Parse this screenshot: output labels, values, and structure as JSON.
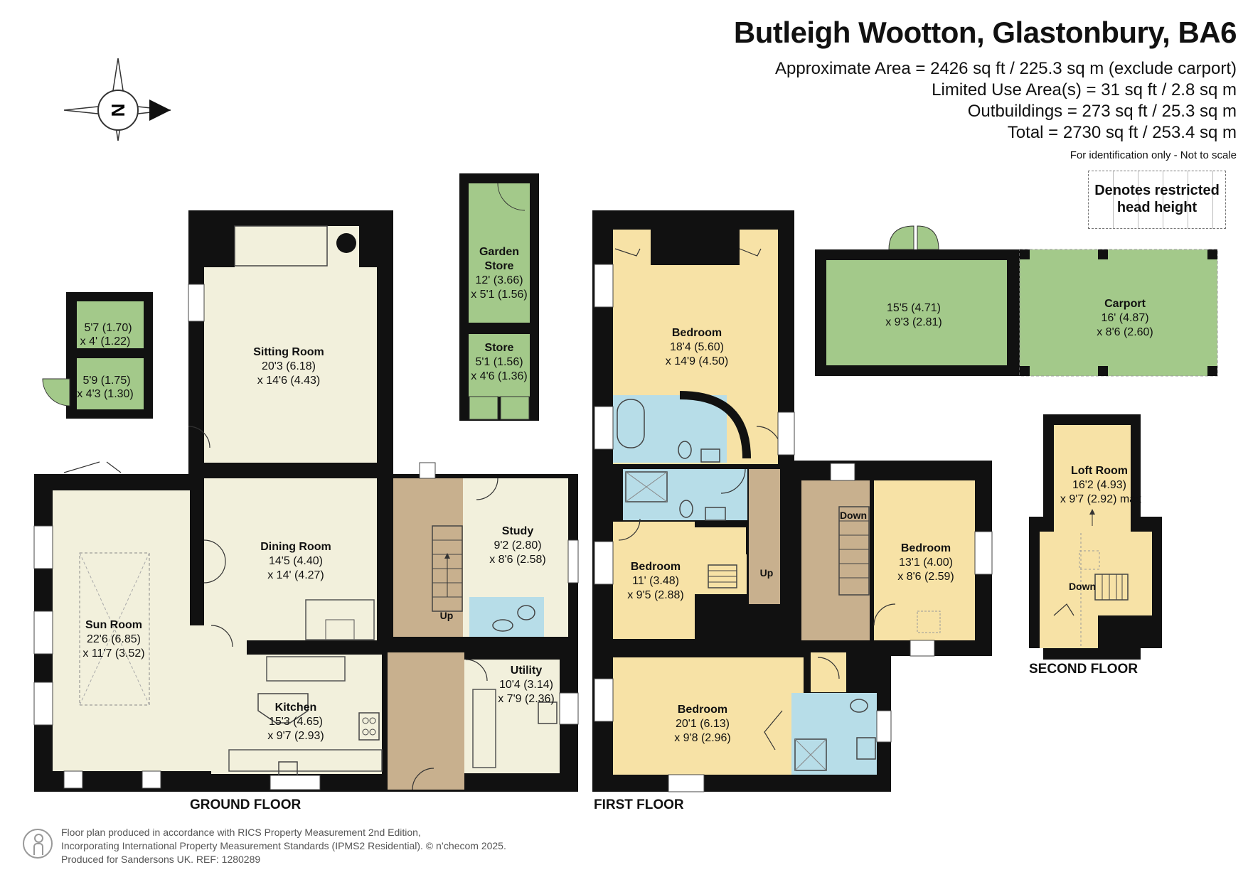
{
  "header": {
    "title": "Butleigh Wootton, Glastonbury, BA6",
    "areas": [
      "Approximate Area = 2426 sq ft / 225.3 sq m (exclude carport)",
      "Limited Use Area(s) = 31 sq ft / 2.8 sq m",
      "Outbuildings = 273 sq ft / 25.3 sq m",
      "Total = 2730 sq ft / 253.4 sq m"
    ],
    "disclaimer": "For identification only - Not to scale"
  },
  "legend": {
    "line1": "Denotes restricted",
    "line2": "head height"
  },
  "compass": {
    "label": "N"
  },
  "floors": {
    "ground": "GROUND FLOOR",
    "first": "FIRST FLOOR",
    "second": "SECOND FLOOR"
  },
  "rooms": {
    "sitting": {
      "name": "Sitting Room",
      "dim1": "20'3 (6.18)",
      "dim2": "x 14'6 (4.43)"
    },
    "dining": {
      "name": "Dining Room",
      "dim1": "14'5 (4.40)",
      "dim2": "x 14' (4.27)"
    },
    "sun": {
      "name": "Sun Room",
      "dim1": "22'6 (6.85)",
      "dim2": "x 11'7 (3.52)"
    },
    "kitchen": {
      "name": "Kitchen",
      "dim1": "15'3 (4.65)",
      "dim2": "x 9'7 (2.93)"
    },
    "study": {
      "name": "Study",
      "dim1": "9'2 (2.80)",
      "dim2": "x 8'6 (2.58)"
    },
    "utility": {
      "name": "Utility",
      "dim1": "10'4 (3.14)",
      "dim2": "x 7'9 (2.36)"
    },
    "garden_store": {
      "name1": "Garden",
      "name2": "Store",
      "dim1": "12' (3.66)",
      "dim2": "x 5'1 (1.56)"
    },
    "store": {
      "name": "Store",
      "dim1": "5'1 (1.56)",
      "dim2": "x 4'6 (1.36)"
    },
    "shed_a": {
      "dim1": "5'7 (1.70)",
      "dim2": "x 4' (1.22)"
    },
    "shed_b": {
      "dim1": "5'9 (1.75)",
      "dim2": "x 4'3 (1.30)"
    },
    "bedroom1": {
      "name": "Bedroom",
      "dim1": "18'4 (5.60)",
      "dim2": "x 14'9 (4.50)"
    },
    "bedroom2": {
      "name": "Bedroom",
      "dim1": "11' (3.48)",
      "dim2": "x 9'5 (2.88)"
    },
    "bedroom3": {
      "name": "Bedroom",
      "dim1": "13'1 (4.00)",
      "dim2": "x 8'6 (2.59)"
    },
    "bedroom4": {
      "name": "Bedroom",
      "dim1": "20'1 (6.13)",
      "dim2": "x 9'8 (2.96)"
    },
    "outbuilding": {
      "dim1": "15'5 (4.71)",
      "dim2": "x 9'3 (2.81)"
    },
    "carport": {
      "name": "Carport",
      "dim1": "16' (4.87)",
      "dim2": "x 8'6 (2.60)"
    },
    "loft": {
      "name": "Loft Room",
      "dim1": "16'2 (4.93)",
      "dim2": "x 9'7 (2.92) max"
    }
  },
  "stairs": {
    "up_ground": "Up",
    "up_first": "Up",
    "down_first": "Down",
    "down_second": "Down"
  },
  "footer": {
    "line1": "Floor plan produced in accordance with RICS Property Measurement 2nd Edition,",
    "line2": "Incorporating International Property Measurement Standards (IPMS2 Residential).  © n’checom 2025.",
    "line3": "Produced for Sandersons UK.   REF: 1280289"
  },
  "colors": {
    "cream": "#f2f0dc",
    "yellow": "#f7e2a6",
    "green": "#a3c98a",
    "blue": "#b7dde8",
    "hall": "#c8b08e",
    "wall": "#111111"
  }
}
